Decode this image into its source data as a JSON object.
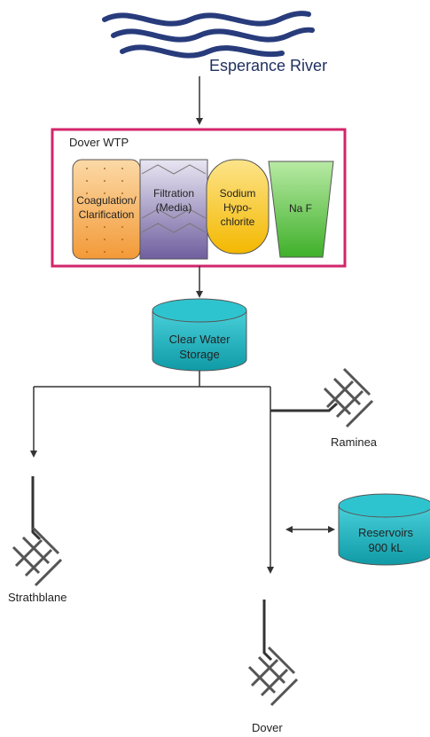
{
  "source": {
    "label": "Esperance River"
  },
  "plant": {
    "title": "Dover WTP",
    "stages": [
      {
        "label_line1": "Coagulation/",
        "label_line2": "Clarification",
        "color": "#f7a34a"
      },
      {
        "label_line1": "Filtration",
        "label_line2": "(Media)",
        "color": "#8d7fb3"
      },
      {
        "label_line1": "Sodium",
        "label_line2": "Hypo-",
        "label_line3": "chlorite",
        "color": "#f6c21a"
      },
      {
        "label_line1": "Na F",
        "color": "#55c23f"
      }
    ],
    "border_color": "#d2266a"
  },
  "storage": {
    "label_line1": "Clear Water",
    "label_line2": "Storage",
    "color": "#1ab3bf"
  },
  "reservoirs": {
    "label_line1": "Reservoirs",
    "label_line2": "900 kL",
    "color": "#1ab3bf"
  },
  "towns": {
    "raminea": "Raminea",
    "strathblane": "Strathblane",
    "dover": "Dover"
  }
}
